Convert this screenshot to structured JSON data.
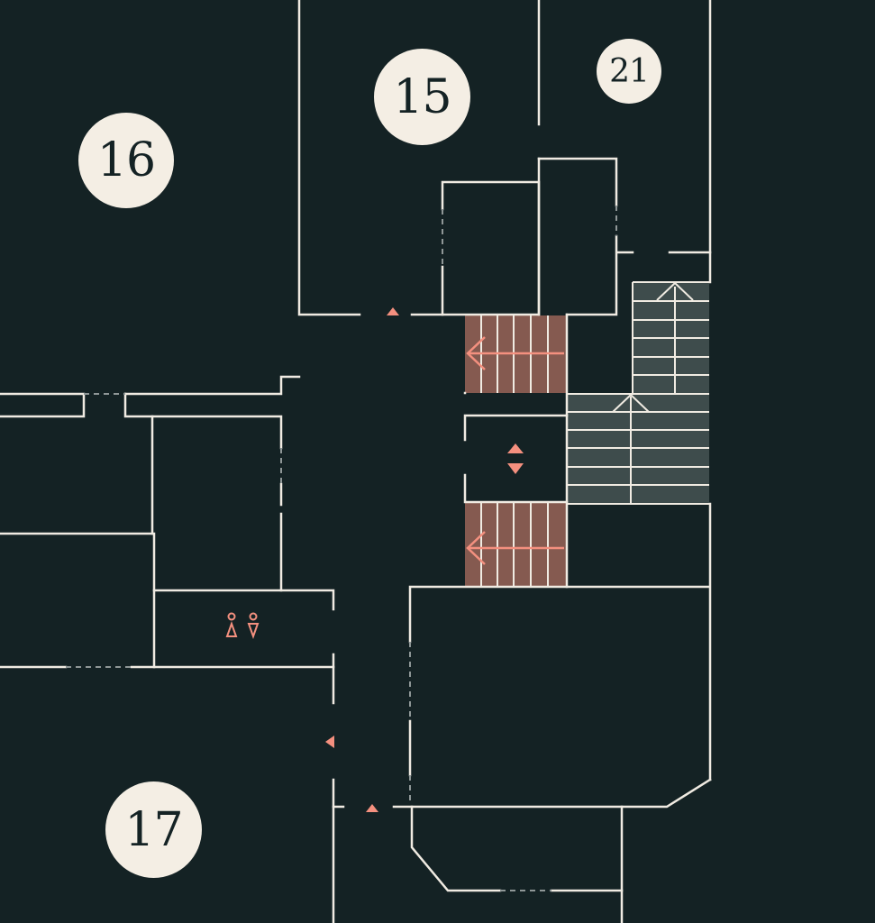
{
  "colors": {
    "background": "#142224",
    "walls": "#f0ebe2",
    "stairs_fill": "#855a50",
    "stairs_lines": "#f0ebe2",
    "stairs_arrow": "#f4907f",
    "escalator_fill": "#3e4c4c",
    "marker": "#f4907f",
    "badge_fill": "#f4eee4",
    "badge_text": "#142224"
  },
  "rooms": [
    {
      "id": "16",
      "label": "16"
    },
    {
      "id": "15",
      "label": "15"
    },
    {
      "id": "21",
      "label": "21"
    },
    {
      "id": "17",
      "label": "17"
    }
  ],
  "icons": {
    "restroom": "restroom-icon",
    "elevator": "elevator-icon",
    "entrance_marker": "triangle-marker-icon",
    "stairs": "stairs-icon",
    "escalator": "escalator-icon"
  }
}
